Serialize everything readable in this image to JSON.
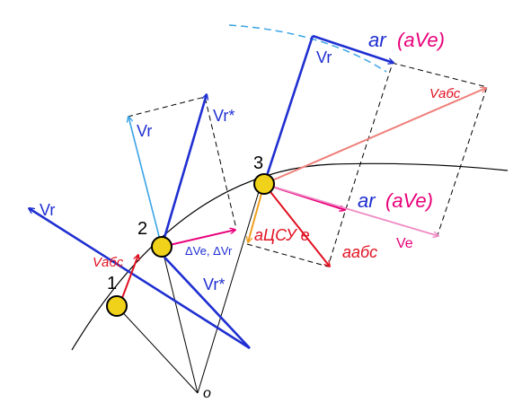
{
  "colors": {
    "vr": "#1f2fd1",
    "vr_light": "#3aa4e6",
    "accel": "#e8007a",
    "abs": "#e01020",
    "vabs_far": "#ef7f7a",
    "ve_far": "#ef8ac4",
    "centripetal": "#f0a020",
    "point_fill": "#f1d21a",
    "dashed": "#000000",
    "arc_top": "#3aa4e6"
  },
  "points": [
    {
      "label": "1"
    },
    {
      "label": "2"
    },
    {
      "label": "3"
    }
  ],
  "labels": {
    "origin": "o",
    "vr_p1": "Vr",
    "vabs_p1": "Vабс",
    "vr_p2_light": "Vr",
    "vr_star_top": "Vr*",
    "vr_star_bottom": "Vr*",
    "delta_p2": "ΔVe, ΔVr",
    "vr_p3": "Vr",
    "a_r_top": "ar",
    "a_ve_top": "(aVe)",
    "vabs_far": "Vабс",
    "a_r_mid": "ar",
    "a_ve_mid": "(aVe)",
    "ve_far": "Ve",
    "a_csu": "aЦСУ e",
    "a_abs": "aабс"
  }
}
